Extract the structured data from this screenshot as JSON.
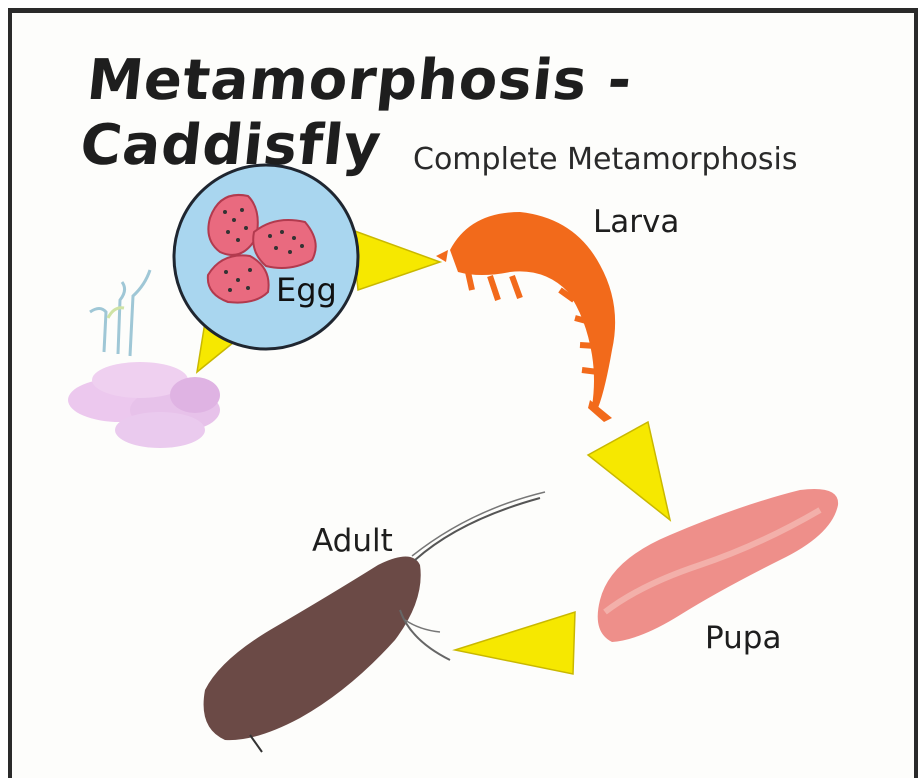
{
  "title": "Metamorphosis - Caddisfly",
  "subtitle": "Complete Metamorphosis",
  "stages": {
    "egg": "Egg",
    "larva": "Larva",
    "pupa": "Pupa",
    "adult": "Adult"
  },
  "colors": {
    "arrow": "#f6e800",
    "egg_bubble": "#a9d6ef",
    "eggs": "#e96a7f",
    "larva": "#f26a1b",
    "pupa": "#ee8f8a",
    "adult": "#6b4a46",
    "plant_cloud": "#e7c2ea"
  }
}
